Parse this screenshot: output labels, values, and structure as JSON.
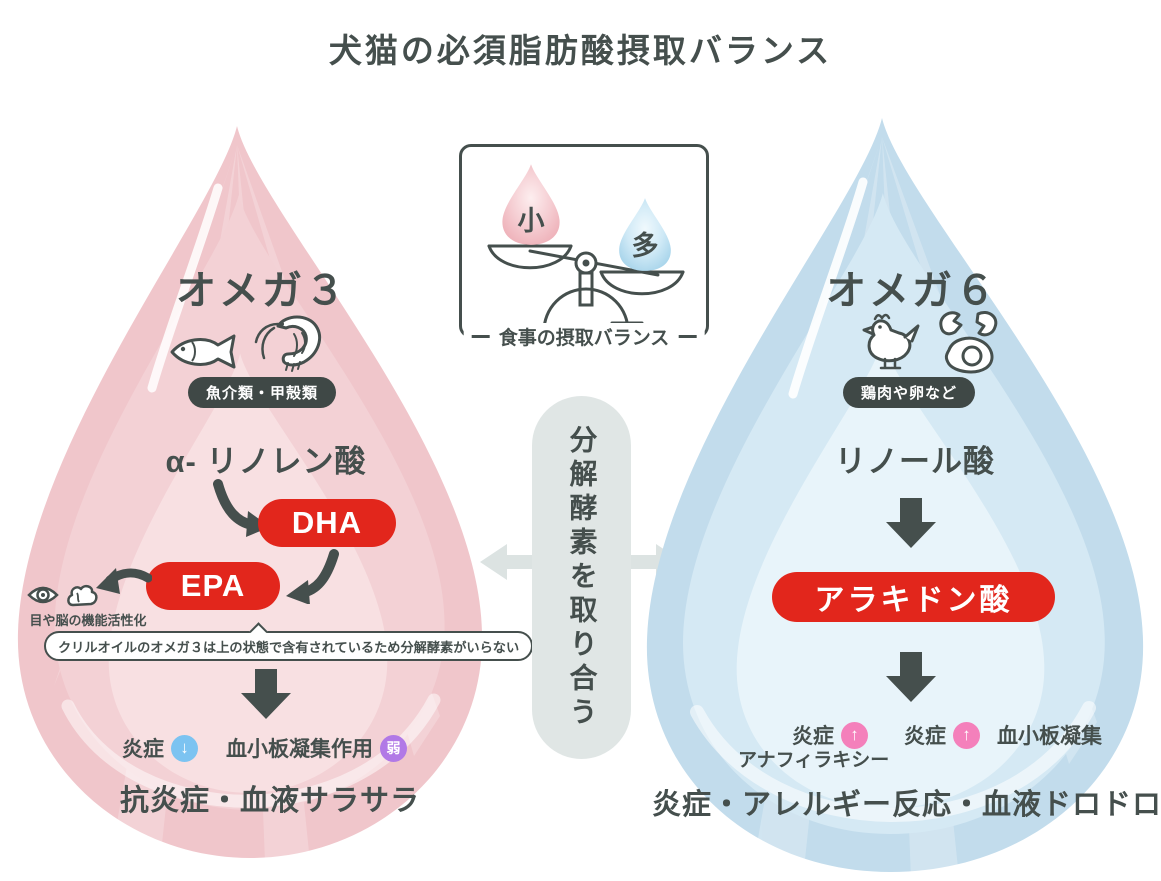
{
  "title": "犬猫の必須脂肪酸摂取バランス",
  "scale": {
    "small_label": "小",
    "large_label": "多",
    "caption": "食事の摂取バランス"
  },
  "competition": {
    "label": "分解酵素を取り合う"
  },
  "omega3": {
    "heading": "オメガ３",
    "source_badge": "魚介類・甲殻類",
    "precursor": "α- リノレン酸",
    "dha_label": "DHA",
    "epa_label": "EPA",
    "benefit_caption": "目や脳の機能活性化",
    "krill_note": "クリルオイルのオメガ３は上の状態で含有されているため分解酵素がいらない",
    "effect_inflammation": {
      "label": "炎症",
      "badge": "↓"
    },
    "effect_platelet": {
      "label": "血小板凝集作用",
      "badge": "弱"
    },
    "outcome": "抗炎症・血液サラサラ"
  },
  "omega6": {
    "heading": "オメガ６",
    "source_badge": "鶏肉や卵など",
    "precursor": "リノール酸",
    "product": "アラキドン酸",
    "effect_inflammation_1": {
      "label": "炎症",
      "badge": "↑"
    },
    "effect_anaphylaxis": "アナフィラキシー",
    "effect_inflammation_2": {
      "label": "炎症",
      "badge": "↑"
    },
    "effect_platelet": "血小板凝集",
    "outcome": "炎症・アレルギー反応・血液ドロドロ"
  },
  "colors": {
    "text_dark": "#454f4d",
    "red_pill": "#e2261c",
    "badge_dark": "#3f4846",
    "omega3_drop": "#f0c6cb",
    "omega6_drop": "#c2dcec",
    "gray_pill": "#e0e6e5",
    "down_badge_blue": "#7cc3f1",
    "weak_badge_purple": "#b179e6",
    "up_badge_pink": "#f480bb"
  }
}
